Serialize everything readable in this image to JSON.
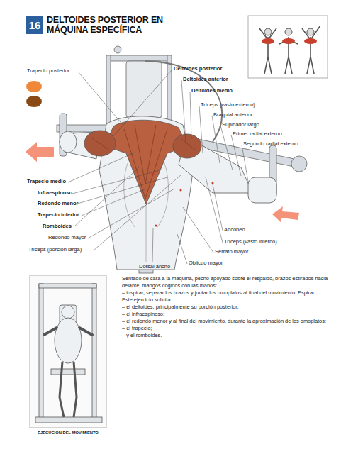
{
  "diagram": {
    "title": "DELTOIDES POSTERIOR EN MÁQUINA ESPECÍFICA",
    "caption": "EJECUCIÓN DEL MOVIMIENTO",
    "nodes": [
      {
        "text": [
          "16"
        ]
      }
    ],
    "labels": [
      "Trapecio posterior",
      "Deltoides posterior",
      "Deltoides anterior",
      "Deltoides medio",
      "Tríceps (vasto externo)",
      "Braquial anterior",
      "Supinador largo",
      "Primer radial externo",
      "Segundo radial externo",
      "Trapecio medio",
      "Infraespinoso",
      "Redondo menor",
      "Trapecio inferior",
      "Romboides",
      "Redondo mayor",
      "Tríceps (porción larga)",
      "Ancóneo",
      "Tríceps (vasto interno)",
      "Serrato mayor",
      "Oblicuo mayor",
      "Dorsal ancho",
      "Sentado de cara a la máquina, pecho apoyado sobre el respaldo, brazos estirados hacia delante, mangos cogidos con las manos:",
      "– inspirar, separar los brazos y juntar los omoplatos al final del movimiento. Espirar.",
      "Este ejercicio solicita:",
      "– el deltoides, principalmente su porción posterior;",
      "– el infraespinoso;",
      "– el redondo menor y al final del movimiento, durante la aproximación de los omoplatos;",
      "– el trapecio;",
      "– y el romboides."
    ]
  }
}
